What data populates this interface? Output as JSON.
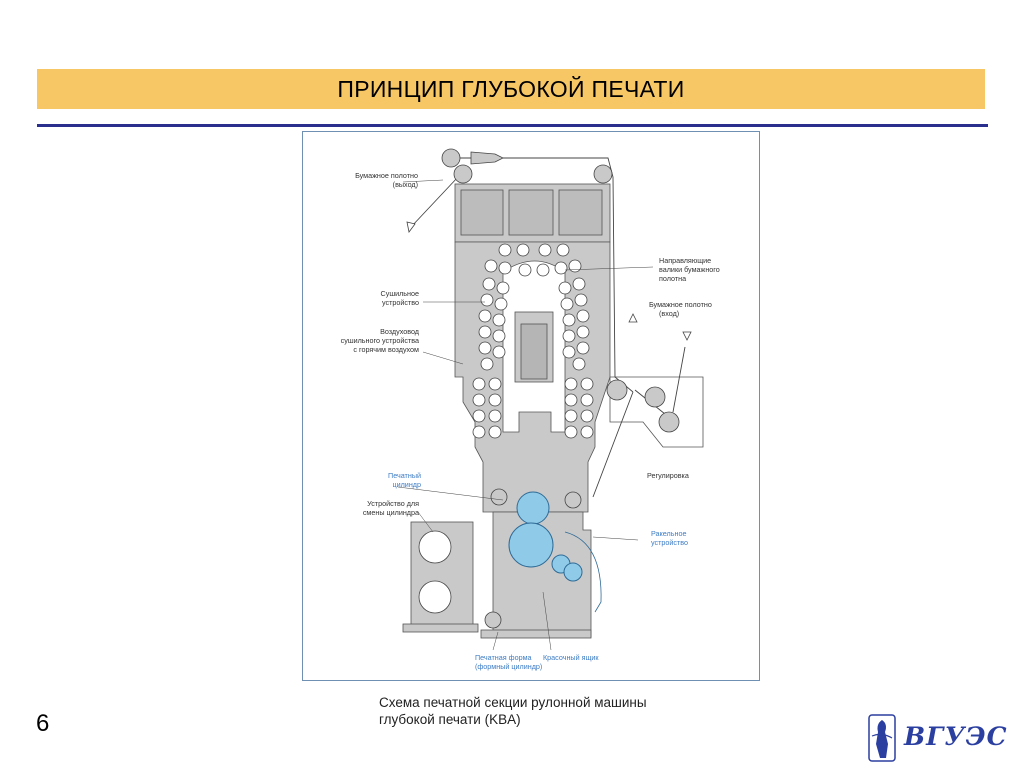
{
  "slide": {
    "title": "ПРИНЦИП ГЛУБОКОЙ ПЕЧАТИ",
    "page_number": "6"
  },
  "figure": {
    "caption_line1": "Схема печатной секции рулонной машины",
    "caption_line2": "глубокой печати (KBA)",
    "labels": {
      "paper_out_1": "Бумажное полотно",
      "paper_out_2": "(выход)",
      "dryer_1": "Сушильное",
      "dryer_2": "устройство",
      "duct_1": "Воздуховод",
      "duct_2": "сушильного устройства",
      "duct_3": "с горячим воздухом",
      "guide_1": "Направляющие",
      "guide_2": "валики бумажного",
      "guide_3": "полотна",
      "paper_in_1": "Бумажное полотно",
      "paper_in_2": "(вход)",
      "regulation": "Регулировка",
      "impression_1": "Печатный",
      "impression_2": "цилиндр",
      "changer_1": "Устройство для",
      "changer_2": "смены цилиндра",
      "doctor_1": "Ракельное",
      "doctor_2": "устройство",
      "form_1": "Печатная форма",
      "form_2": "(формный цилиндр)",
      "ink": "Красочный ящик"
    }
  },
  "logo": {
    "text": "ВГУЭС"
  },
  "colors": {
    "title_band": "#f7c766",
    "rule": "#2a2e8c",
    "machine_gray": "#c9c9c9",
    "cylinder_blue": "#8fcbe8",
    "label_blue": "#3d7cc4",
    "logo_blue": "#2b3fa0"
  }
}
